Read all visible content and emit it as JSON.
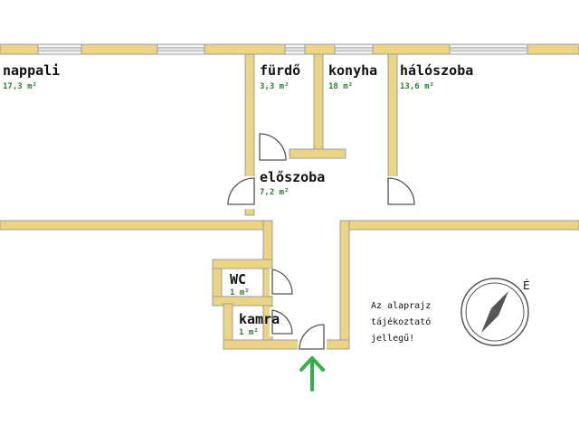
{
  "colors": {
    "wall_fill": "#ecd485",
    "wall_stroke": "#9d9d9d",
    "window_fill": "#f4f4f4",
    "door_stroke": "#555555",
    "area_text": "#2e7d32",
    "arrow": "#33b04a",
    "compass": "#555555"
  },
  "rooms": [
    {
      "id": "nappali",
      "name": "nappali",
      "area": "17,3 m²"
    },
    {
      "id": "furdo",
      "name": "fürdő",
      "area": "3,3 m²"
    },
    {
      "id": "konyha",
      "name": "konyha",
      "area": "18 m²"
    },
    {
      "id": "haloszoba",
      "name": "hálószoba",
      "area": "13,6 m²"
    },
    {
      "id": "eloszoba",
      "name": "előszoba",
      "area": "7,2 m²"
    },
    {
      "id": "wc",
      "name": "WC",
      "area": "1 m²"
    },
    {
      "id": "kamra",
      "name": "kamra",
      "area": "1 m²"
    }
  ],
  "note_lines": [
    "Az alaprajz",
    "tájékoztató",
    "jellegű!"
  ],
  "compass": {
    "north_label": "É"
  },
  "entrance": {
    "icon": "arrow-up-icon"
  }
}
